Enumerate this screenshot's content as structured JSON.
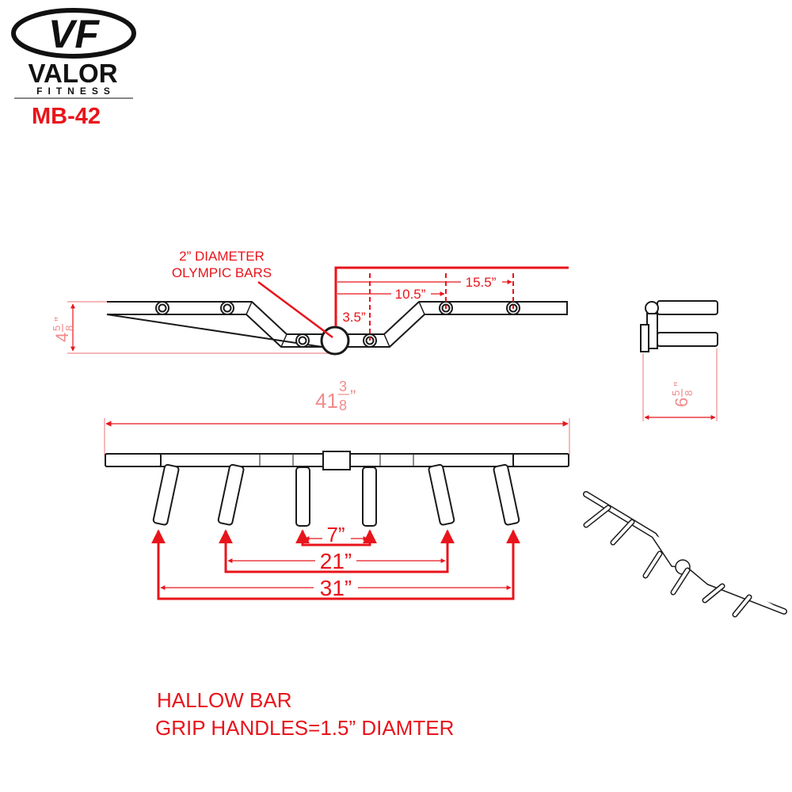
{
  "brand": {
    "logo_mark": "VF",
    "name": "VALOR",
    "tagline": "FITNESS",
    "model": "MB-42",
    "accent": "#e8141b"
  },
  "top_view": {
    "callout_line1": "2” DIAMETER",
    "callout_line2": "OLYMPIC BARS",
    "dim_15_5": "15.5”",
    "dim_10_5": "10.5”",
    "dim_3_5": "3.5”",
    "height_whole": "4",
    "height_num": "5",
    "height_den": "8",
    "inch": "”"
  },
  "side_view": {
    "width_whole": "6",
    "width_num": "5",
    "width_den": "8",
    "inch": "”"
  },
  "front_view": {
    "length_whole": "41",
    "length_num": "3",
    "length_den": "8",
    "inch": "”",
    "dim_7": "7”",
    "dim_21": "21”",
    "dim_31": "31”"
  },
  "notes": {
    "line1": "HALLOW BAR",
    "line2": "GRIP HANDLES=1.5” DIAMTER"
  }
}
